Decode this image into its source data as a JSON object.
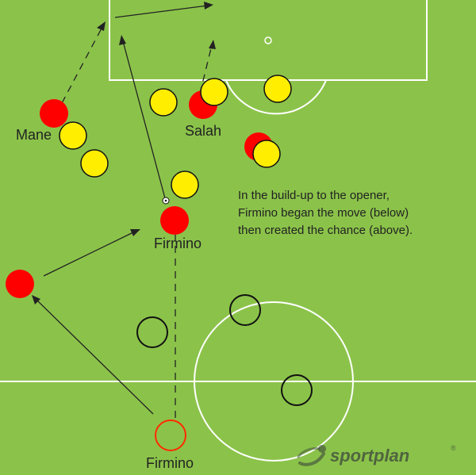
{
  "colors": {
    "grass": "#8bc34a",
    "attacker": "#ff0000",
    "defender": "#ffee00",
    "line": "#ffffff",
    "ink": "#222222"
  },
  "labels": {
    "mane": "Mane",
    "salah": "Salah",
    "firmino_top": "Firmino",
    "firmino_bottom": "Firmino"
  },
  "note": {
    "line1": "In the build-up to the opener,",
    "line2": "Firmino began the move (below)",
    "line3": "then created the chance (above)."
  },
  "branding": {
    "name": "sportplan",
    "mark": "®"
  },
  "icons": [
    "ball-icon",
    "sportplan-logo-icon"
  ]
}
